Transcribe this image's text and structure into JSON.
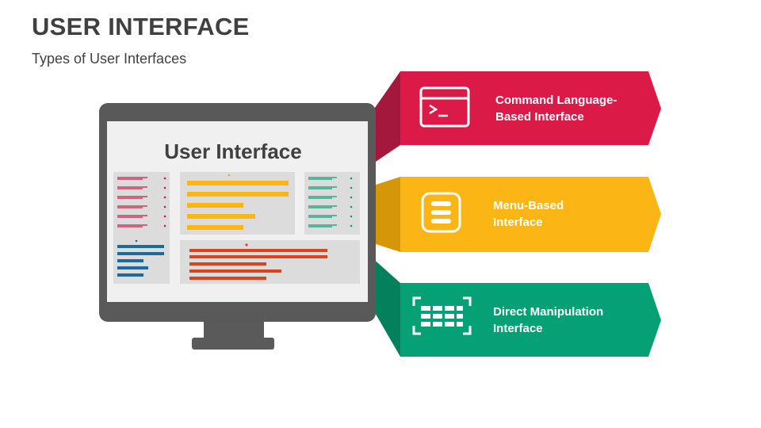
{
  "title": "USER INTERFACE",
  "subtitle": "Types of User Interfaces",
  "monitor": {
    "screen_title": "User Interface"
  },
  "items": [
    {
      "label_line1": "Command Language-",
      "label_line2": "Based Interface",
      "color": "#dc1a48",
      "fold_color": "#a5183d",
      "icon": "terminal-window-icon"
    },
    {
      "label_line1": "Menu-Based",
      "label_line2": "Interface",
      "color": "#fbb514",
      "fold_color": "#d59708",
      "icon": "menu-list-icon"
    },
    {
      "label_line1": "Direct Manipulation",
      "label_line2": "Interface",
      "color": "#05a075",
      "fold_color": "#04805c",
      "icon": "direct-manipulation-grid-icon"
    }
  ]
}
